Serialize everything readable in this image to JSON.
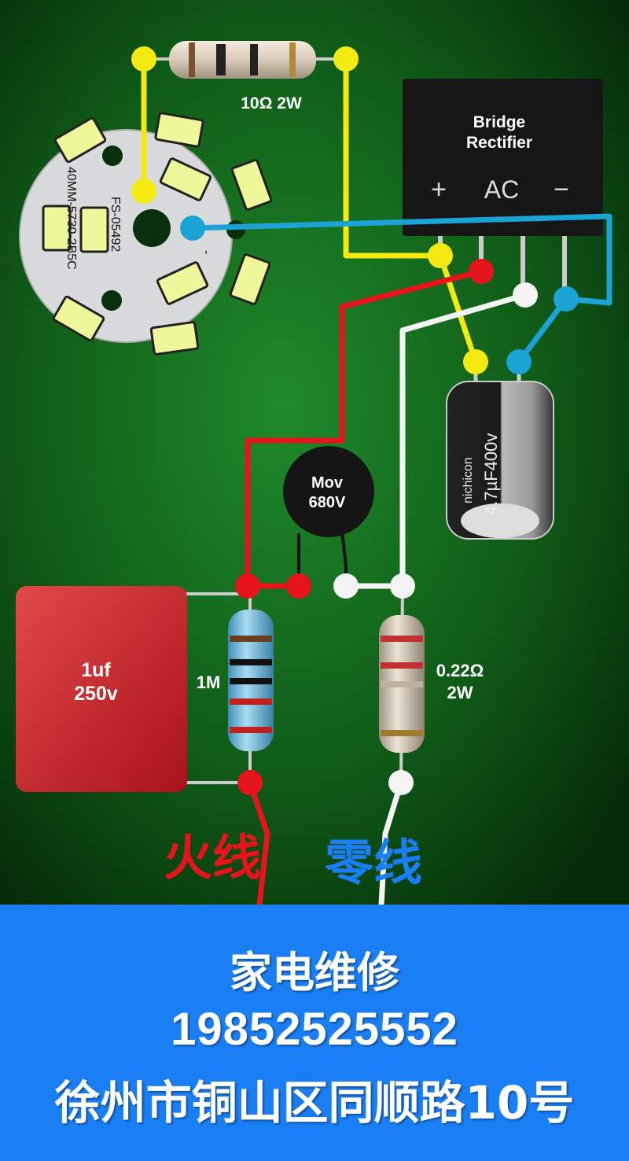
{
  "diagram": {
    "resistor_top": {
      "label": "10Ω 2W"
    },
    "led_board": {
      "marking_1": "FS-05492",
      "marking_2": "40MM-5730-2B5C",
      "polarity": "-"
    },
    "bridge_rectifier": {
      "line1": "Bridge",
      "line2": "Rectifier",
      "plus": "+",
      "ac": "AC",
      "minus": "−"
    },
    "electrolytic_capacitor": {
      "marking_1": "nichicon",
      "marking_2": "4.7µF400v"
    },
    "mov": {
      "line1": "Mov",
      "line2": "680V"
    },
    "film_capacitor": {
      "line1": "1uf",
      "line2": "250v"
    },
    "resistor_1m": {
      "label": "1M"
    },
    "resistor_shunt": {
      "line1": "0.22Ω",
      "line2": "2W"
    },
    "live_label": "火线",
    "neutral_label": "零线",
    "colors": {
      "live": "#e8141c",
      "neutral": "#ffffff",
      "yellow": "#f4ea12",
      "blue": "#1aa3d4",
      "banner": "#1a7ef4"
    }
  },
  "banner": {
    "line1": "家电维修",
    "line2": "19852525552",
    "line3": "徐州市铜山区同顺路10号"
  }
}
